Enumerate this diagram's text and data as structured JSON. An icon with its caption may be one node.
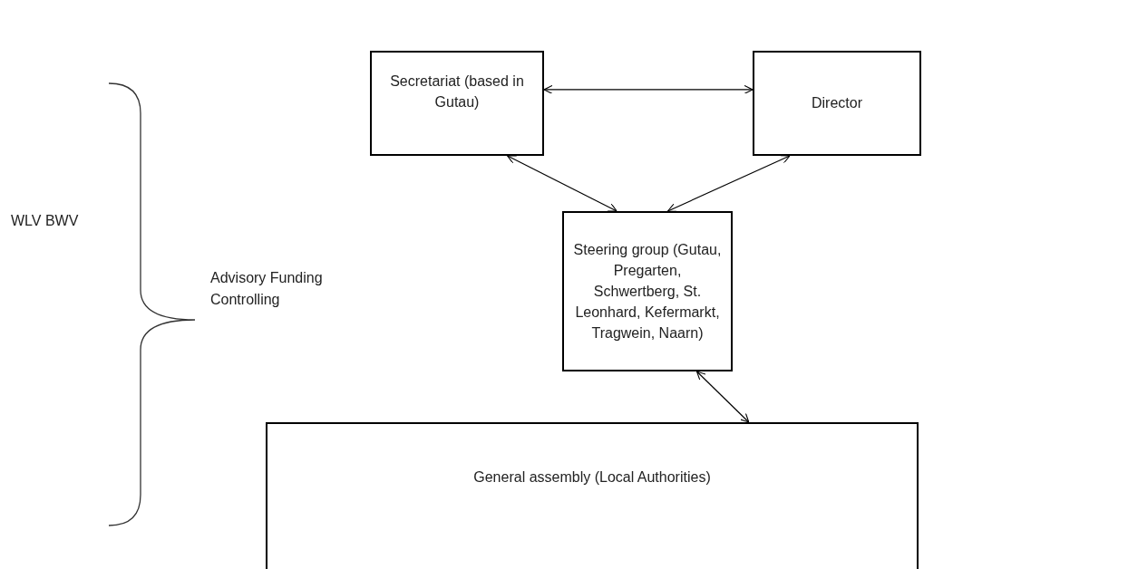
{
  "diagram": {
    "nodes": [
      {
        "text": [
          "Secretariat (based in Gutau)"
        ]
      },
      {
        "text": [
          "Director"
        ]
      },
      {
        "text": [
          "Steering group (Gutau, Pregarten, Schwertberg, St. Leonhard, Kefermarkt, Tragwein, Naarn)"
        ]
      },
      {
        "text": [
          "General assembly (Local Authorities)"
        ]
      }
    ],
    "edges": [
      {
        "from": 0,
        "to": 1,
        "arrow": "both"
      },
      {
        "from": 0,
        "to": 2,
        "arrow": "both"
      },
      {
        "from": 1,
        "to": 2,
        "arrow": "both"
      },
      {
        "from": 2,
        "to": 3,
        "arrow": "both"
      }
    ],
    "labels": [
      "WLV BWV",
      "Advisory Funding Controlling"
    ]
  }
}
